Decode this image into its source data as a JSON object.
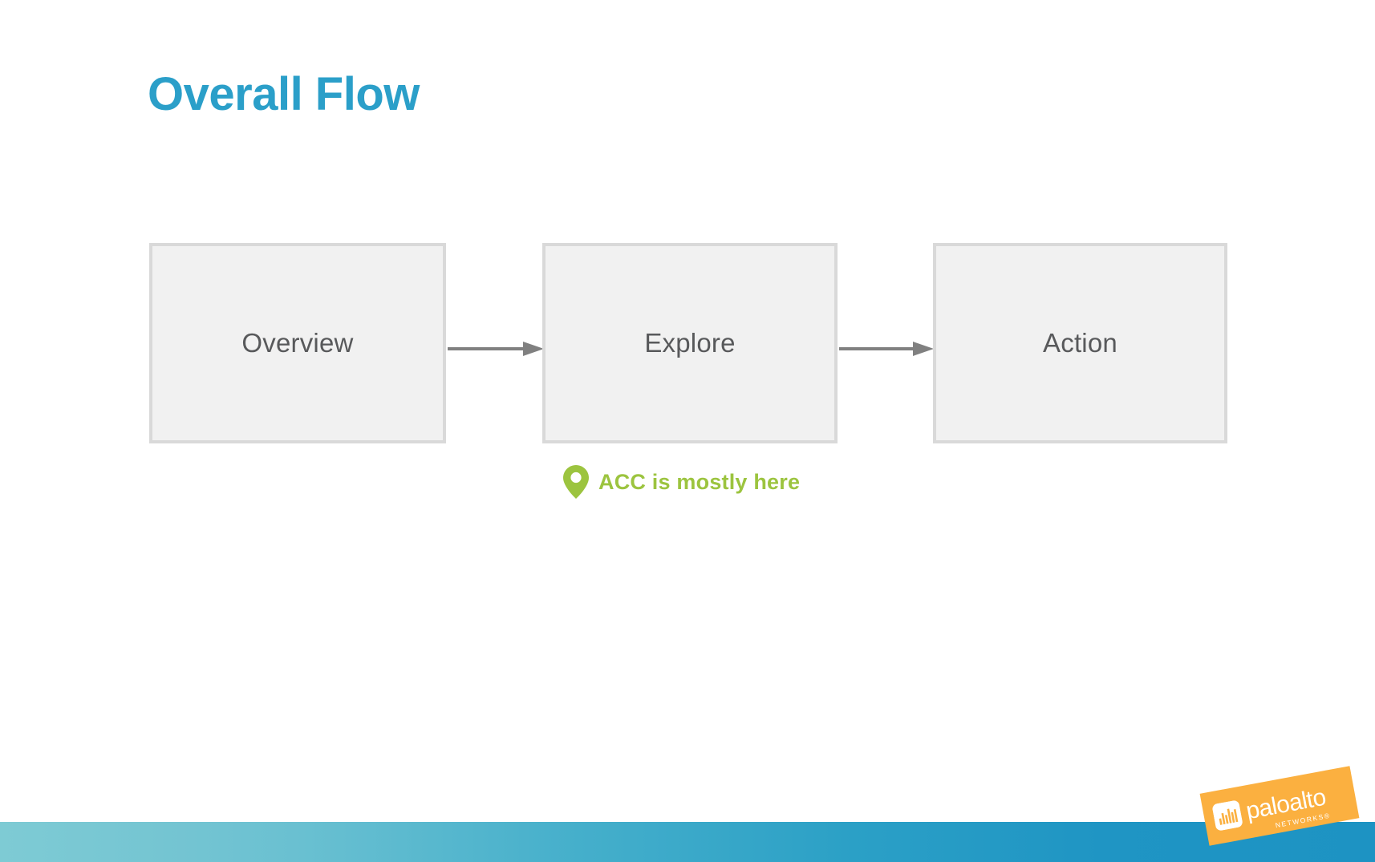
{
  "slide": {
    "title": "Overall Flow",
    "title_color": "#2b9fc9",
    "background_color": "#ffffff"
  },
  "flow": {
    "boxes": [
      {
        "id": "overview",
        "label": "Overview"
      },
      {
        "id": "explore",
        "label": "Explore"
      },
      {
        "id": "action",
        "label": "Action"
      }
    ],
    "connectors": [
      {
        "id": "arrow-1",
        "from": "overview",
        "to": "explore",
        "icon": "arrow-right-icon"
      },
      {
        "id": "arrow-2",
        "from": "explore",
        "to": "action",
        "icon": "arrow-right-icon"
      }
    ],
    "box_fill": "#f1f1f1",
    "box_border": "#d9d9d9",
    "box_text_color": "#58595b",
    "arrow_color": "#808080"
  },
  "callout": {
    "icon": "map-pin-icon",
    "text": "ACC is mostly here",
    "color": "#9cc43f"
  },
  "footer": {
    "band_gradient_from": "#7ecbd4",
    "band_gradient_to": "#1d93c3"
  },
  "logo": {
    "wordmark": "paloalto",
    "subtitle": "NETWORKS®",
    "plate_color": "#fbb040",
    "text_color": "#ffffff",
    "mark_icon": "paloalto-bars-icon"
  }
}
